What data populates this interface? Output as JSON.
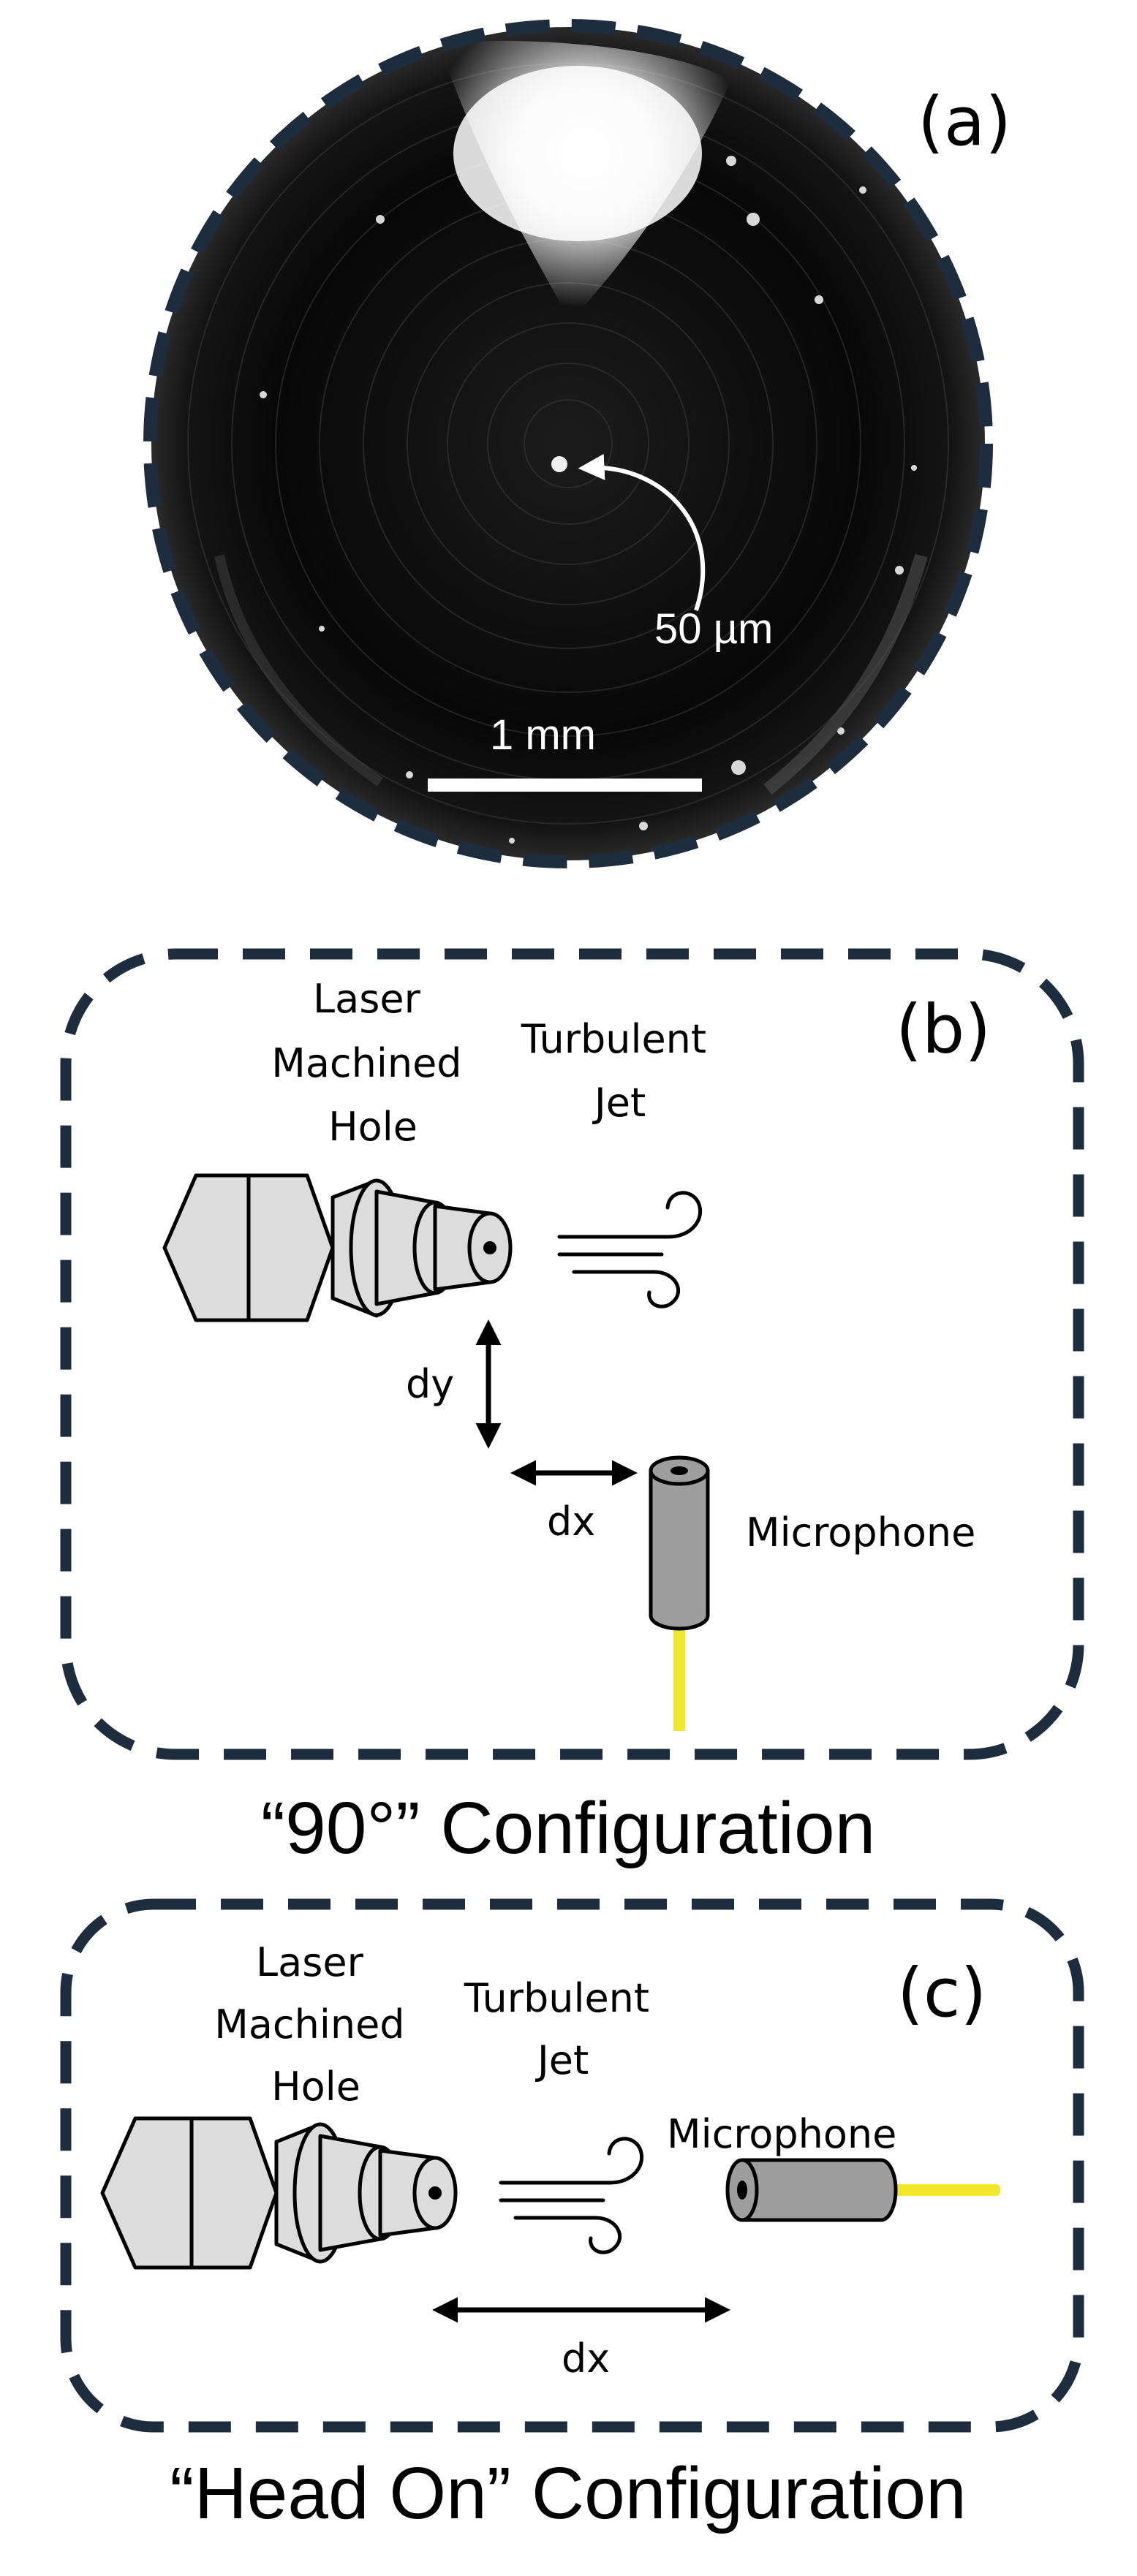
{
  "panel_a": {
    "label": "(a)",
    "hole_annotation": "50 µm",
    "scale_bar_label": "1 mm",
    "colors": {
      "frame": "#1e2d3d",
      "scale_bar": "#ffffff"
    }
  },
  "panel_b": {
    "label": "(b)",
    "hole_label": [
      "Laser",
      "Machined",
      "Hole"
    ],
    "jet_label": [
      "Turbulent",
      "Jet"
    ],
    "mic_label": "Microphone",
    "dy_label": "dy",
    "dx_label": "dx",
    "config_caption": "“90°” Configuration"
  },
  "panel_c": {
    "label": "(c)",
    "hole_label": [
      "Laser",
      "Machined",
      "Hole"
    ],
    "jet_label": [
      "Turbulent",
      "Jet"
    ],
    "mic_label": "Microphone",
    "dx_label": "dx",
    "config_caption": "“Head On” Configuration"
  },
  "colors": {
    "frame_dash": "#1e2d3d",
    "nozzle_fill": "#dcdcdc",
    "mic_fill": "#9e9e9e",
    "mic_cable": "#f2e62a"
  },
  "icons": [
    "wind-icon",
    "nozzle-icon",
    "microphone-icon",
    "double-arrow-icon"
  ]
}
